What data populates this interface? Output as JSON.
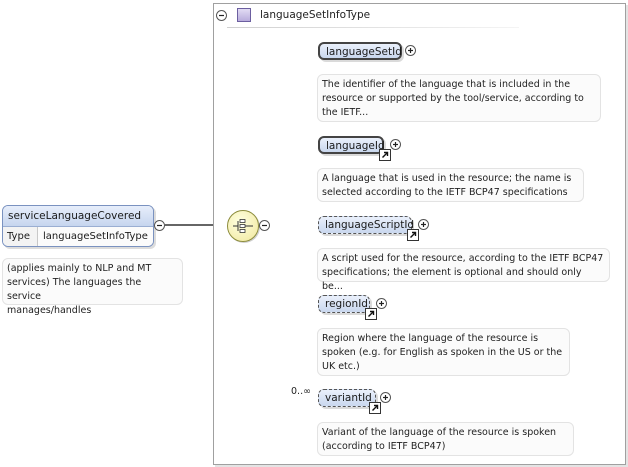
{
  "type_group": {
    "title": "languageSetInfoType",
    "collapse_symbol": "−"
  },
  "root": {
    "name": "serviceLanguageCovered",
    "type_label": "Type",
    "type_value": "languageSetInfoType",
    "doc": [
      "(applies mainly to NLP and MT",
      "services) The languages the service",
      "manages/handles"
    ]
  },
  "children": [
    {
      "name": "languageSetId",
      "required": true,
      "doc": [
        "The identifier of the language that is included in the",
        "resource or supported by the tool/service, according to",
        "the IETF..."
      ]
    },
    {
      "name": "languageId",
      "required": true,
      "doc": [
        "A language that is used in the resource; the name is",
        "selected according to the IETF BCP47 specifications"
      ]
    },
    {
      "name": "languageScriptId",
      "required": false,
      "doc": [
        "A script used for the resource, according to the IETF BCP47",
        "specifications; the element is optional and should only be..."
      ]
    },
    {
      "name": "regionId",
      "required": false,
      "doc": [
        "Region where the language of the resource is",
        "spoken (e.g. for English as spoken in the US or the",
        "UK etc.)"
      ]
    },
    {
      "name": "variantId",
      "required": false,
      "occurrence": "0..∞",
      "doc": [
        "Variant of the language of the resource is spoken",
        "(according to IETF BCP47)"
      ]
    }
  ]
}
